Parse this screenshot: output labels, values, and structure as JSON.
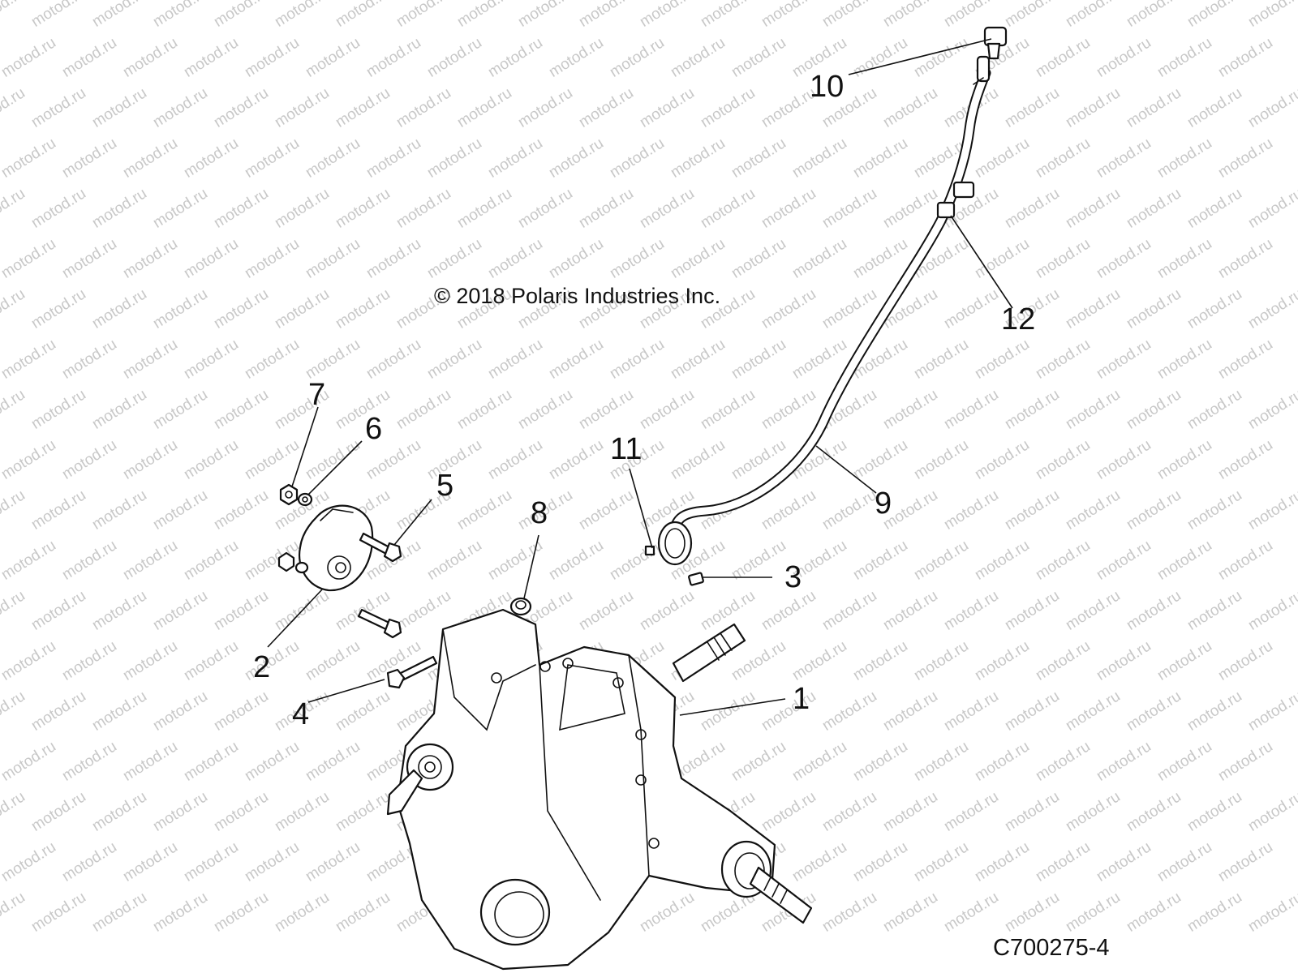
{
  "watermark": "motod.ru",
  "copyright": "© 2018 Polaris Industries Inc.",
  "drawing_id": "C700275-4",
  "callouts": [
    "1",
    "2",
    "3",
    "4",
    "5",
    "6",
    "7",
    "8",
    "9",
    "10",
    "11",
    "12"
  ]
}
